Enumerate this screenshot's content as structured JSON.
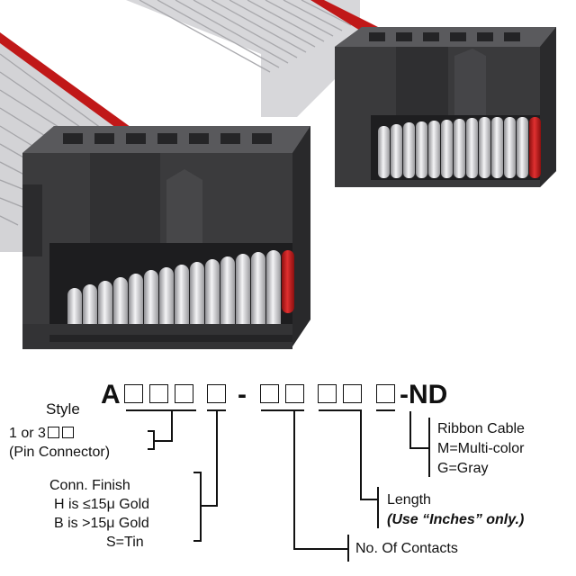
{
  "colors": {
    "connector_body": "#3b3b3d",
    "connector_dark": "#232325",
    "ribbon_gray": "#cfcfd2",
    "ribbon_stripe": "#c01818",
    "line": "#111111"
  },
  "part_number": {
    "prefix": "A",
    "dash": "-",
    "suffix": "-ND",
    "style_slots": 3,
    "finish_slots": 1,
    "contact_slots": 2,
    "length_slots": 2,
    "ribbon_slots": 1
  },
  "legend": {
    "style": {
      "title": "Style",
      "line1": "1 or 3",
      "line2": "(Pin Connector)"
    },
    "finish": {
      "title": "Conn. Finish",
      "h": "H is ≤15μ  Gold",
      "b": "B is >15μ  Gold",
      "s": "S=Tin"
    },
    "contacts": {
      "label": "No. Of Contacts"
    },
    "length": {
      "label": "Length",
      "note": "(Use “Inches” only.)"
    },
    "ribbon": {
      "title": "Ribbon Cable",
      "m": "M=Multi-color",
      "g": "G=Gray"
    }
  }
}
